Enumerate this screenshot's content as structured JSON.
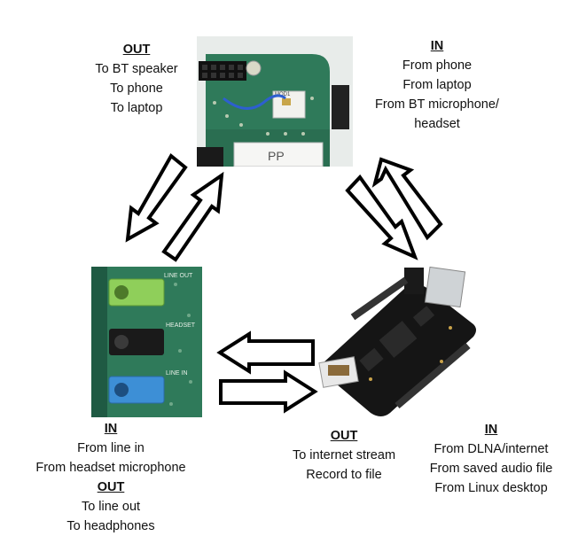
{
  "top_out": {
    "heading": "OUT",
    "lines": [
      "To BT speaker",
      "To phone",
      "To laptop"
    ]
  },
  "top_in": {
    "heading": "IN",
    "lines": [
      "From phone",
      "From laptop",
      "From BT microphone/",
      "headset"
    ]
  },
  "left_in": {
    "heading": "IN",
    "lines": [
      "From line in",
      "From headset microphone"
    ]
  },
  "left_out": {
    "heading": "OUT",
    "lines": [
      "To line out",
      "To headphones"
    ]
  },
  "mid_out": {
    "heading": "OUT",
    "lines": [
      "To internet stream",
      "Record to file"
    ]
  },
  "right_in": {
    "heading": "IN",
    "lines": [
      "From DLNA/internet",
      "From saved audio file",
      "From Linux desktop"
    ]
  },
  "audio_board": {
    "jack_labels": [
      "LINE OUT",
      "HEADSET",
      "LINE IN"
    ]
  },
  "bt_module": {
    "chip_text": "MOD1",
    "sticker_text": "PP"
  },
  "colors": {
    "pcb_green": "#2f7a5a",
    "pcb_dark": "#1f5a43",
    "jack_green": "#8fcf5a",
    "jack_black": "#1a1a1a",
    "jack_blue": "#3d8fd6",
    "board_black": "#151515"
  }
}
